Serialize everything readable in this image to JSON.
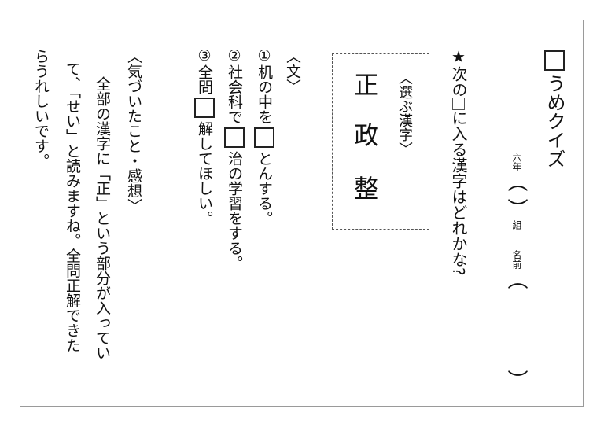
{
  "title": "うめクイズ",
  "header": {
    "grade": "六年",
    "open_paren": "︵",
    "close_paren": "︶",
    "class": "組",
    "name": "名前"
  },
  "question": {
    "star": "★",
    "before": "次の",
    "box": "□",
    "after": "に入る漢字はどれかな?"
  },
  "choices": {
    "label": "〈選ぶ漢字〉",
    "items": [
      "正",
      "政",
      "整"
    ]
  },
  "sentences": {
    "label": "〈文〉",
    "items": [
      {
        "num": "①",
        "before": "机の中を",
        "after": "とんする。"
      },
      {
        "num": "②",
        "before": "社会科で",
        "after": "治の学習をする。"
      },
      {
        "num": "③",
        "before": "全問",
        "after": "解してほしい。"
      }
    ]
  },
  "reflection": {
    "label": "〈気づいたこと・感想〉",
    "lines": [
      "　全部の漢字に「正」という部分が入ってい",
      "て、「せい」と読みますね。全問正解できた",
      "らうれしいです。"
    ]
  }
}
